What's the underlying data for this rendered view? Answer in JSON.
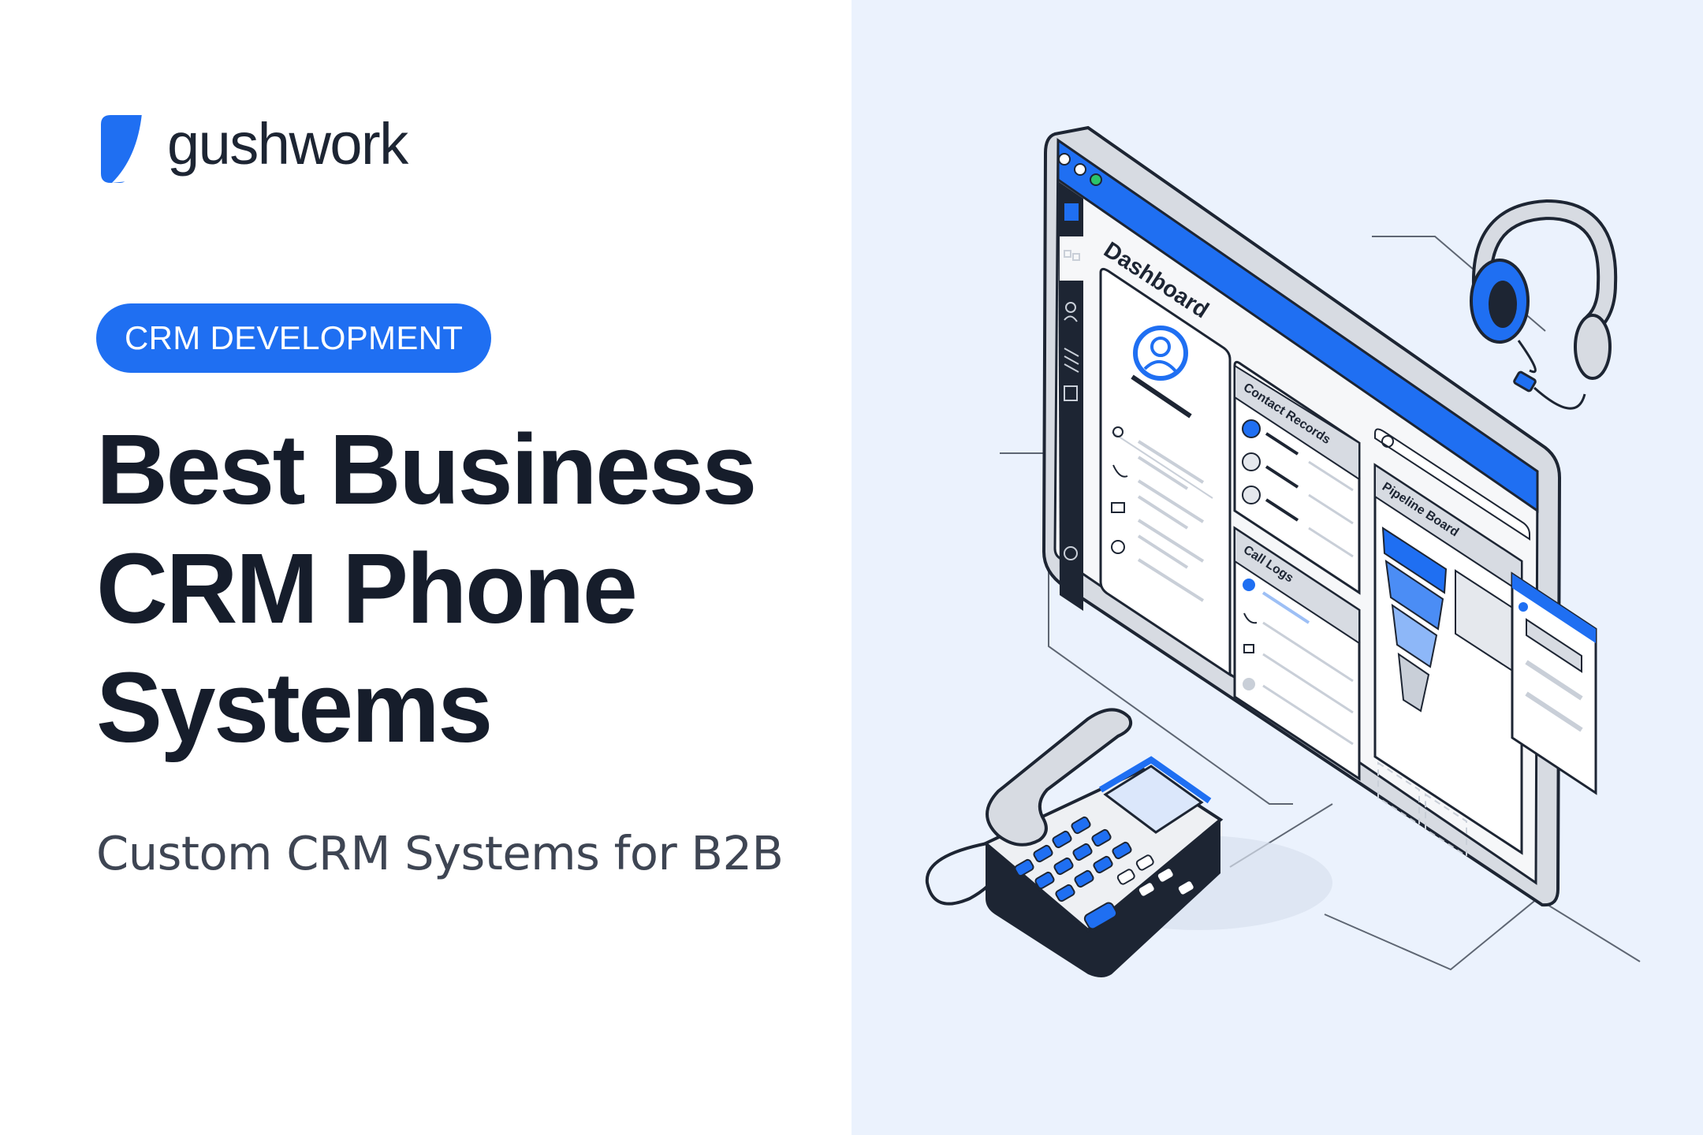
{
  "brand": {
    "name": "gushwork",
    "accent": "#1f6ff2",
    "dark": "#161d2b"
  },
  "badge": {
    "label": "CRM DEVELOPMENT"
  },
  "headline": {
    "lines": [
      "Best Business",
      "CRM Phone",
      "Systems"
    ]
  },
  "subtitle": "Custom CRM Systems for B2B",
  "illustration": {
    "dashboard_title": "Dashboard",
    "panels": {
      "contact_records": "Contact Records",
      "call_logs": "Call Logs",
      "pipeline_board": "Pipeline Board"
    },
    "icons": [
      "headset-icon",
      "desk-phone-icon",
      "monitor-icon"
    ],
    "background": "#ebf2fd"
  }
}
